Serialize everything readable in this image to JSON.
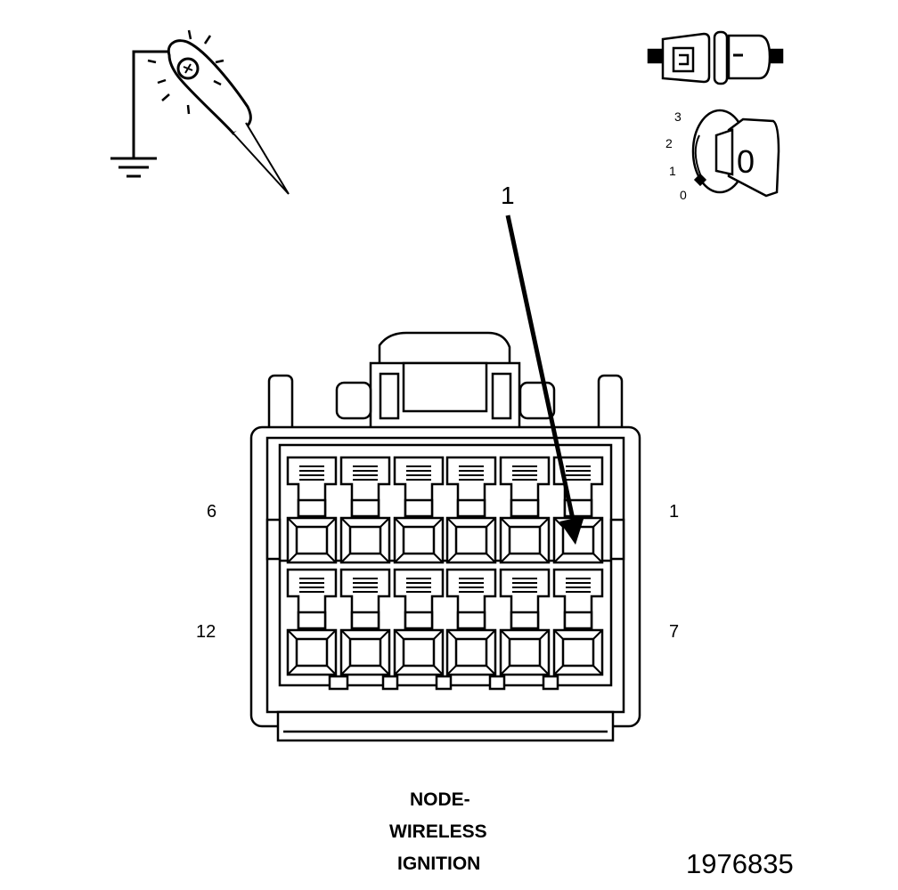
{
  "callout": {
    "number": "1"
  },
  "pin_labels": {
    "top_left": "6",
    "top_right": "1",
    "bottom_left": "12",
    "bottom_right": "7"
  },
  "connector": {
    "rows": 2,
    "cols": 6
  },
  "title": {
    "line1": "NODE-",
    "line2": "WIRELESS",
    "line3": "IGNITION"
  },
  "figure_id": "1976835",
  "ignition_key": {
    "positions": [
      "3",
      "2",
      "1",
      "0"
    ],
    "key_label": "0"
  },
  "icons": {
    "test_probe": "test-light-probe-icon",
    "ground": "ground-icon",
    "connector": "disconnected-connector-icon",
    "key": "ignition-key-icon"
  }
}
